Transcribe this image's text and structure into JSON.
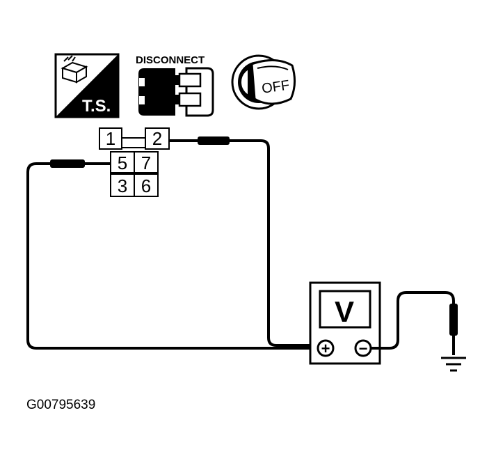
{
  "icons": {
    "ts_label": "T.S.",
    "disconnect_label": "DISCONNECT",
    "key_label": "OFF"
  },
  "connector": {
    "pins": [
      "1",
      "2",
      "5",
      "7",
      "3",
      "6"
    ]
  },
  "meter": {
    "label": "V",
    "plus": "+",
    "minus": "−"
  },
  "figure_id": "G00795639",
  "colors": {
    "ink": "#000000",
    "paper": "#ffffff"
  }
}
